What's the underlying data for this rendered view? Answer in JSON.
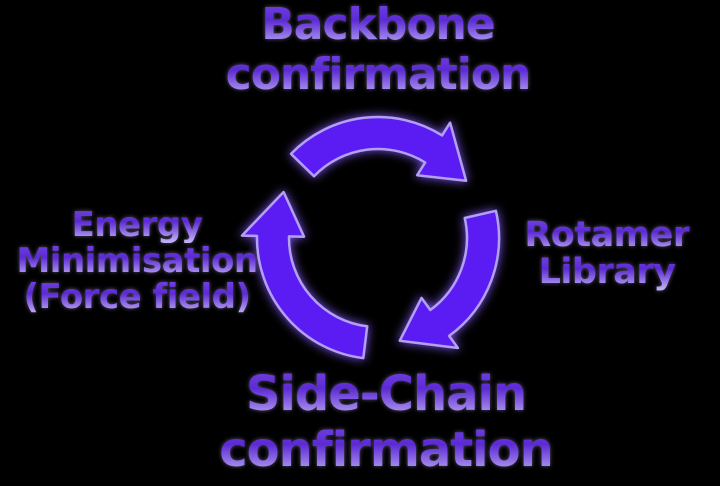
{
  "diagram": {
    "type": "cycle",
    "background_color": "#000000",
    "arrows": {
      "count": 3,
      "direction": "clockwise",
      "fill_color": "#5a1cf2",
      "edge_color": "#b3a0f0",
      "glow_color": "#7c54f0"
    },
    "text": {
      "gradient_top_color": "#6f3fe0",
      "gradient_mid_color": "#5c2ad4",
      "gradient_bottom_color": "#bfaef5"
    },
    "nodes": [
      {
        "id": "backbone-conformation",
        "position": "top",
        "lines": [
          "Backbone",
          "confirmation"
        ]
      },
      {
        "id": "rotamer-library",
        "position": "right",
        "lines": [
          "Rotamer",
          "Library"
        ]
      },
      {
        "id": "side-chain-conformation",
        "position": "bottom",
        "lines": [
          "Side-Chain",
          "confirmation"
        ]
      },
      {
        "id": "energy-minimisation",
        "position": "left",
        "lines": [
          "Energy",
          "Minimisation",
          "(Force field)"
        ]
      }
    ]
  }
}
